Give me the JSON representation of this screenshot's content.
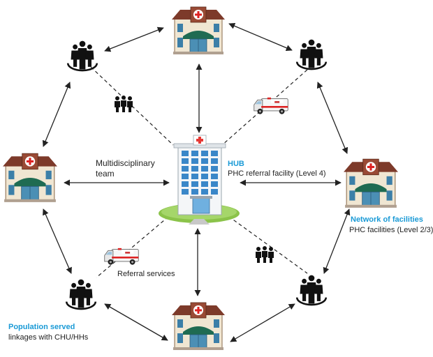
{
  "labels": {
    "team": "Multidisciplinary\nteam",
    "hub_title": "HUB",
    "hub_sub": "PHC referral facility (Level 4)",
    "network_title": "Network of facilities",
    "network_sub": "PHC facilities (Level 2/3)",
    "referral": "Referral services",
    "population_title": "Population served",
    "population_sub": "linkages with CHU/HHs"
  },
  "icons": {
    "hospital": "hospital-icon",
    "community": "community-icon",
    "ambulance": "ambulance-icon",
    "team": "team-icon"
  },
  "colors": {
    "accent": "#1a9ad6",
    "roof": "#7d3a2a",
    "awning": "#1f6b52",
    "hub_window": "#3a87c8",
    "grass": "#8bc34a",
    "line": "#222222"
  }
}
